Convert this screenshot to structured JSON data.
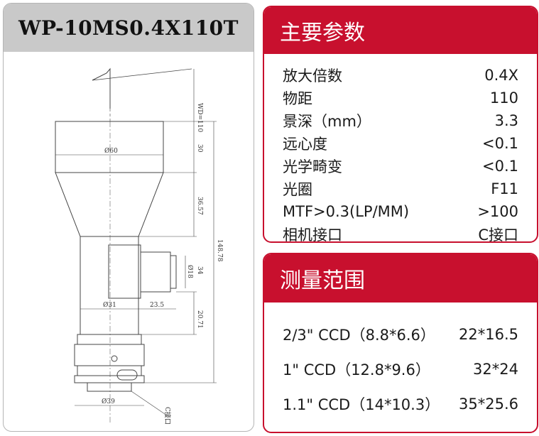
{
  "model": "WP-10MS0.4X110T",
  "drawing": {
    "dims": {
      "wd": "WD=110",
      "d60": "Ø60",
      "d31": "Ø31",
      "d39": "Ø39",
      "d18": "Ø18",
      "len_30": "30",
      "len_36_57": "36.57",
      "len_34": "34",
      "len_20_71": "20.71",
      "len_148_78": "148.78",
      "len_23_5": "23.5",
      "c_mount": "C接口"
    }
  },
  "params": {
    "title": "主要参数",
    "rows": [
      {
        "label": "放大倍数",
        "value": "0.4X"
      },
      {
        "label": "物距",
        "value": "110"
      },
      {
        "label": "景深（mm）",
        "value": "3.3"
      },
      {
        "label": "远心度",
        "value": "<0.1"
      },
      {
        "label": "光学畸变",
        "value": "<0.1"
      },
      {
        "label": "光圈",
        "value": "F11"
      },
      {
        "label": "MTF>0.3(LP/MM)",
        "value": ">100"
      },
      {
        "label": "相机接口",
        "value": "C接口"
      }
    ]
  },
  "measure": {
    "title": "测量范围",
    "rows": [
      {
        "label": "2/3\" CCD（8.8*6.6）",
        "value": "22*16.5"
      },
      {
        "label": "1\" CCD（12.8*9.6）",
        "value": "32*24"
      },
      {
        "label": "1.1\" CCD（14*10.3）",
        "value": "35*25.6"
      }
    ]
  }
}
